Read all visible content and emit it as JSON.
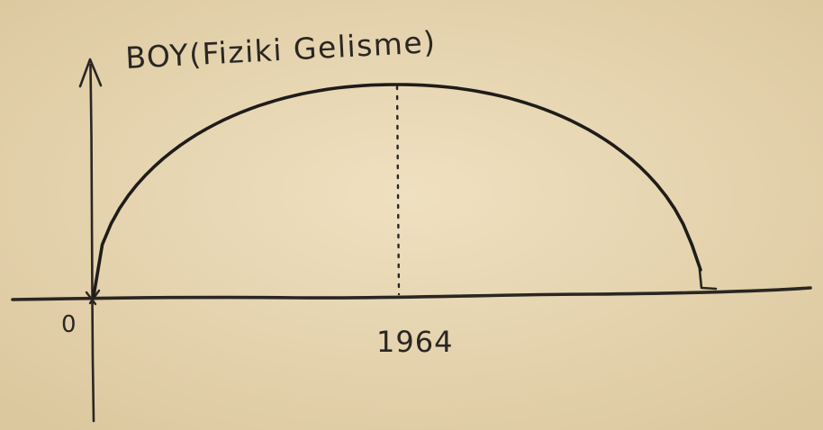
{
  "chart_data": {
    "type": "line",
    "ylabel": "BOY(Fiziki Gelisme)",
    "xlabel": "",
    "origin_label": "0",
    "x_tick_labels": [
      "1964"
    ],
    "annotations": [
      {
        "type": "vertical-dotted-line",
        "x_label": "1964",
        "marks": "peak"
      }
    ],
    "series": [
      {
        "shape": "arc",
        "rises_from": "origin",
        "peak_at": "1964",
        "returns_to_axis": true
      }
    ],
    "grid": false,
    "legend": "none",
    "colors": {
      "paper": "#ead9b6",
      "ink": "#2a2622"
    }
  }
}
